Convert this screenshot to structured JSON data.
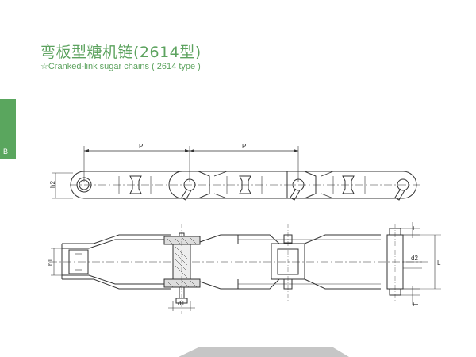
{
  "header": {
    "title_cn": "弯板型糖机链(2614型)",
    "title_en": "☆Cranked-link sugar chains ( 2614 type )"
  },
  "side_tab": {
    "label": "B",
    "color": "#5aa65e"
  },
  "drawing": {
    "labels": {
      "pitch_left": "P",
      "pitch_right": "P",
      "h2": "h2",
      "b1": "b1",
      "d1": "d1",
      "d2": "d2",
      "t_top": "T",
      "t_bottom": "T",
      "l": "L"
    }
  },
  "colors": {
    "accent": "#5da35f",
    "line": "#333333"
  }
}
